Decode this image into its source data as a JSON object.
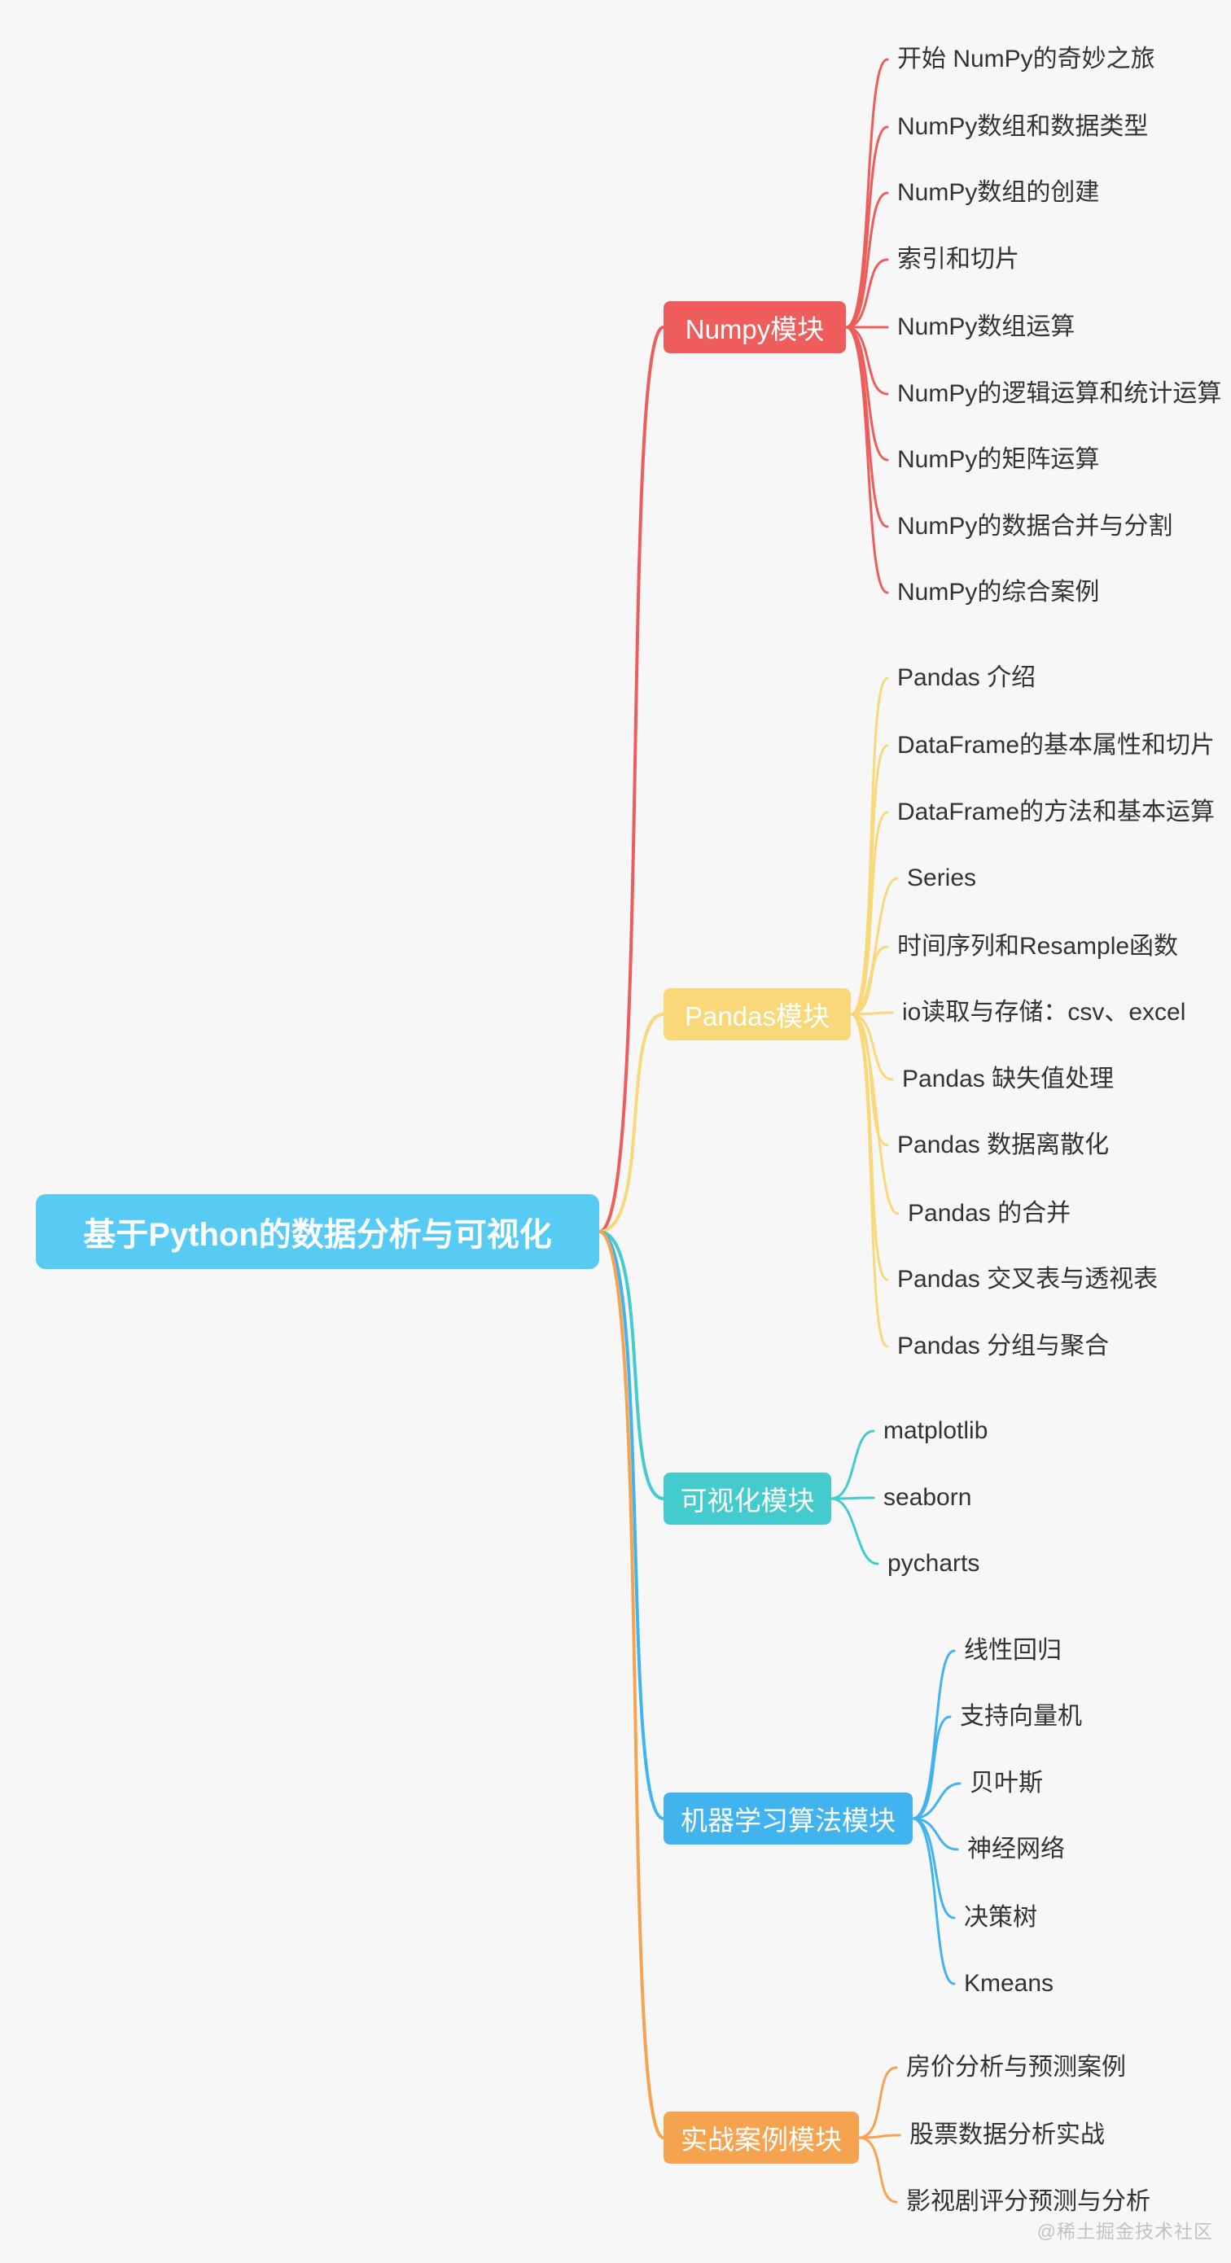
{
  "root": {
    "label": "基于Python的数据分析与可视化",
    "color": "#57cbf3"
  },
  "branches": [
    {
      "label": "Numpy模块",
      "color": "#ee5c5c",
      "children": [
        "开始 NumPy的奇妙之旅",
        "NumPy数组和数据类型",
        "NumPy数组的创建",
        "索引和切片",
        "NumPy数组运算",
        "NumPy的逻辑运算和统计运算",
        "NumPy的矩阵运算",
        "NumPy的数据合并与分割",
        "NumPy的综合案例"
      ]
    },
    {
      "label": "Pandas模块",
      "color": "#f8d879",
      "children": [
        "Pandas 介绍",
        "DataFrame的基本属性和切片",
        "DataFrame的方法和基本运算",
        "Series",
        "时间序列和Resample函数",
        "io读取与存储：csv、excel",
        "Pandas 缺失值处理",
        "Pandas 数据离散化",
        "Pandas 的合并",
        "Pandas 交叉表与透视表",
        "Pandas 分组与聚合"
      ]
    },
    {
      "label": "可视化模块",
      "color": "#43cbce",
      "children": [
        "matplotlib",
        "seaborn",
        "pycharts"
      ]
    },
    {
      "label": "机器学习算法模块",
      "color": "#41b3ee",
      "children": [
        "线性回归",
        "支持向量机",
        "贝叶斯",
        "神经网络",
        "决策树",
        "Kmeans"
      ]
    },
    {
      "label": "实战案例模块",
      "color": "#f6a350",
      "children": [
        "房价分析与预测案例",
        "股票数据分析实战",
        "影视剧评分预测与分析"
      ]
    }
  ],
  "leaf_text_color": "#333333",
  "background_color": "#f7f7f8",
  "watermark": "@稀土掘金技术社区"
}
